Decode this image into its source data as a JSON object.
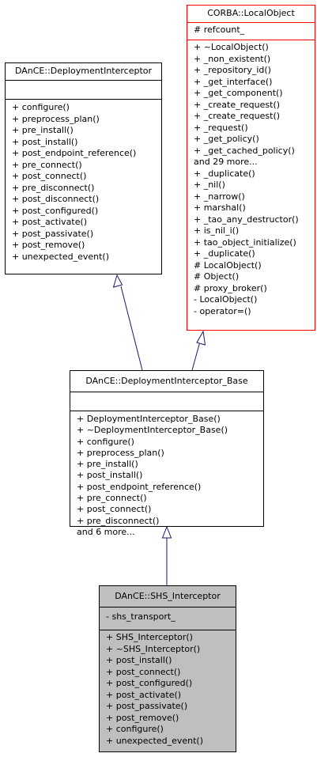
{
  "classes": {
    "local_object": {
      "title": "CORBA::LocalObject",
      "attributes": [
        "# refcount_"
      ],
      "methods": [
        "+ ~LocalObject()",
        "+ _non_existent()",
        "+ _repository_id()",
        "+ _get_interface()",
        "+ _get_component()",
        "+ _create_request()",
        "+ _create_request()",
        "+ _request()",
        "+ _get_policy()",
        "+ _get_cached_policy()",
        "and 29 more...",
        "+ _duplicate()",
        "+ _nil()",
        "+ _narrow()",
        "+ marshal()",
        "+ _tao_any_destructor()",
        "+ is_nil_i()",
        "+ tao_object_initialize()",
        "+ _duplicate()",
        "# LocalObject()",
        "# Object()",
        "# proxy_broker()",
        "- LocalObject()",
        "- operator=()"
      ]
    },
    "deployment_interceptor": {
      "title": "DAnCE::DeploymentInterceptor",
      "attributes": [],
      "methods": [
        "+ configure()",
        "+ preprocess_plan()",
        "+ pre_install()",
        "+ post_install()",
        "+ post_endpoint_reference()",
        "+ pre_connect()",
        "+ post_connect()",
        "+ pre_disconnect()",
        "+ post_disconnect()",
        "+ post_configured()",
        "+ post_activate()",
        "+ post_passivate()",
        "+ post_remove()",
        "+ unexpected_event()"
      ]
    },
    "deployment_interceptor_base": {
      "title": "DAnCE::DeploymentInterceptor_Base",
      "attributes": [],
      "methods": [
        "+ DeploymentInterceptor_Base()",
        "+ ~DeploymentInterceptor_Base()",
        "+ configure()",
        "+ preprocess_plan()",
        "+ pre_install()",
        "+ post_install()",
        "+ post_endpoint_reference()",
        "+ pre_connect()",
        "+ post_connect()",
        "+ pre_disconnect()",
        "and 6 more..."
      ]
    },
    "shs_interceptor": {
      "title": "DAnCE::SHS_Interceptor",
      "attributes": [
        "- shs_transport_"
      ],
      "methods": [
        "+ SHS_Interceptor()",
        "+ ~SHS_Interceptor()",
        "+ post_install()",
        "+ post_connect()",
        "+ post_configured()",
        "+ post_activate()",
        "+ post_passivate()",
        "+ post_remove()",
        "+ configure()",
        "+ unexpected_event()"
      ]
    }
  },
  "relations": [
    {
      "from": "deployment_interceptor_base",
      "to": "deployment_interceptor",
      "type": "inheritance"
    },
    {
      "from": "deployment_interceptor_base",
      "to": "local_object",
      "type": "inheritance"
    },
    {
      "from": "shs_interceptor",
      "to": "deployment_interceptor_base",
      "type": "inheritance"
    }
  ],
  "colors": {
    "line": "#191970",
    "highlight_border": "#ff0000",
    "focus_fill": "#bfbfbf"
  }
}
